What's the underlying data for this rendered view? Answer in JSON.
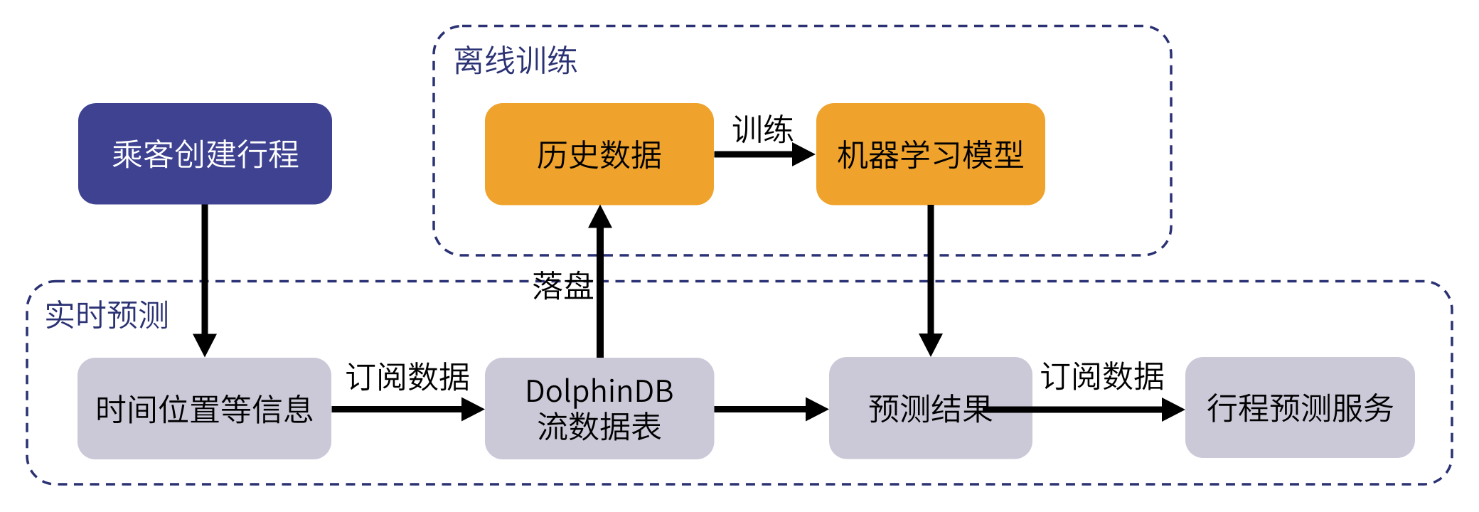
{
  "diagram": {
    "colors": {
      "background": "#FFFFFF",
      "node_blue": "#3E4291",
      "node_orange": "#EFA32C",
      "node_gray": "#CBC9D8",
      "outline_navy": "#2B3274",
      "arrow_black": "#000000",
      "text_white": "#FFFFFF",
      "text_black": "#000000"
    },
    "groups": [
      {
        "id": "offline-training",
        "label": "离线训练"
      },
      {
        "id": "realtime-prediction",
        "label": "实时预测"
      }
    ],
    "nodes": [
      {
        "id": "passenger-create-trip",
        "label": "乘客创建行程",
        "fill": "#3E4291",
        "text_color": "#FFFFFF"
      },
      {
        "id": "history-data",
        "label": "历史数据",
        "fill": "#EFA32C",
        "text_color": "#000000"
      },
      {
        "id": "ml-model",
        "label": "机器学习模型",
        "fill": "#EFA32C",
        "text_color": "#000000"
      },
      {
        "id": "trip-info",
        "label": "时间位置等信息",
        "fill": "#CBC9D8",
        "text_color": "#000000"
      },
      {
        "id": "dolphindb-stream-table",
        "label": "DolphinDB 流数据表",
        "lines": {
          "0": "DolphinDB",
          "1": "流数据表"
        },
        "fill": "#CBC9D8",
        "text_color": "#000000"
      },
      {
        "id": "prediction-result",
        "label": "预测结果",
        "fill": "#CBC9D8",
        "text_color": "#000000"
      },
      {
        "id": "trip-prediction-service",
        "label": "行程预测服务",
        "fill": "#CBC9D8",
        "text_color": "#000000"
      }
    ],
    "edges": [
      {
        "id": "passenger-to-tripinfo",
        "from": "passenger-create-trip",
        "to": "trip-info",
        "label": ""
      },
      {
        "id": "tripinfo-to-dolphindb",
        "from": "trip-info",
        "to": "dolphindb-stream-table",
        "label": "订阅数据"
      },
      {
        "id": "dolphindb-to-history",
        "from": "dolphindb-stream-table",
        "to": "history-data",
        "label": "落盘"
      },
      {
        "id": "history-to-mlmodel",
        "from": "history-data",
        "to": "ml-model",
        "label": "训练"
      },
      {
        "id": "mlmodel-to-result",
        "from": "ml-model",
        "to": "prediction-result",
        "label": ""
      },
      {
        "id": "dolphindb-to-result",
        "from": "dolphindb-stream-table",
        "to": "prediction-result",
        "label": ""
      },
      {
        "id": "result-to-service",
        "from": "prediction-result",
        "to": "trip-prediction-service",
        "label": "订阅数据"
      }
    ]
  }
}
